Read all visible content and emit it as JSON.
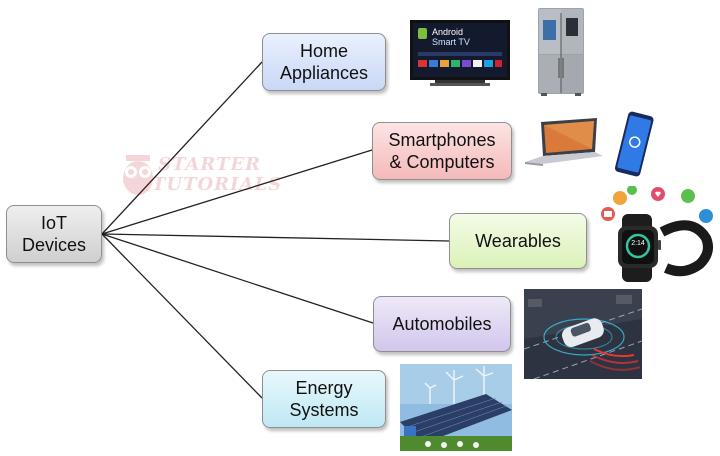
{
  "root": {
    "line1": "IoT",
    "line2": "Devices"
  },
  "categories": [
    {
      "line1": "Home",
      "line2": "Appliances"
    },
    {
      "line1": "Smartphones",
      "line2": "& Computers"
    },
    {
      "line1": "Wearables",
      "line2": ""
    },
    {
      "line1": "Automobiles",
      "line2": ""
    },
    {
      "line1": "Energy",
      "line2": "Systems"
    }
  ],
  "tv_screen_text": {
    "line1": "Android",
    "line2": "Smart TV"
  },
  "watermark": {
    "line1": "STARTER",
    "line2": "TUTORIALS"
  },
  "watch_time": "2:14",
  "colors": {
    "home": "#dce6fb",
    "smartphones": "#f8cfcf",
    "wearables": "#e8f7cf",
    "automobiles": "#e0d8f2",
    "energy": "#d6f1f8",
    "root": "#dcdcdc"
  }
}
